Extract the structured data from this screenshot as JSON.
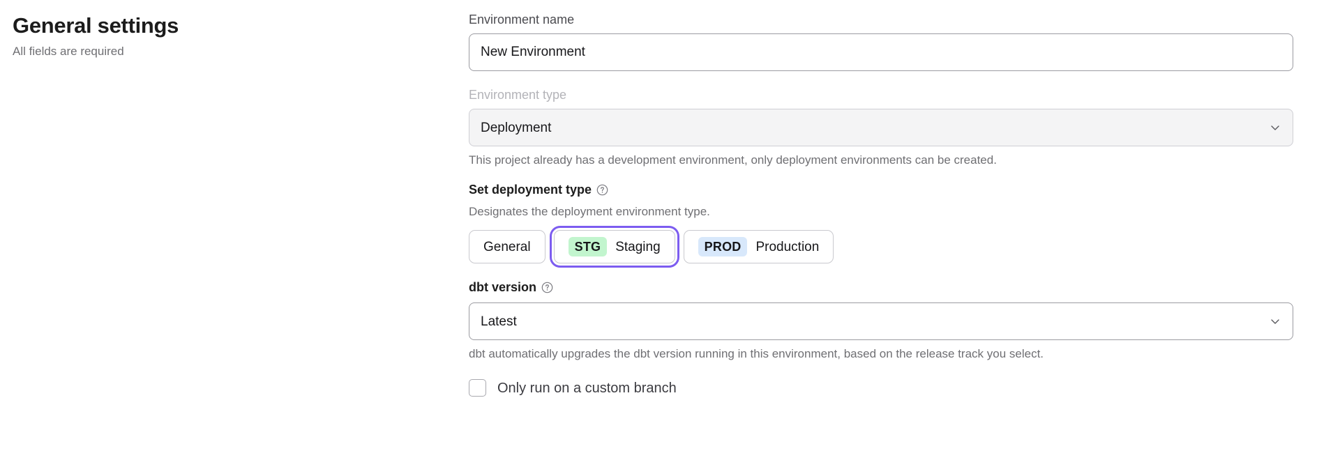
{
  "header": {
    "title": "General settings",
    "subtitle": "All fields are required"
  },
  "form": {
    "environment_name": {
      "label": "Environment name",
      "value": "New Environment",
      "placeholder": "Environment name"
    },
    "environment_type": {
      "label": "Environment type",
      "value": "Deployment",
      "disabled": true,
      "chevron_icon": "chevron-down-icon",
      "helper": "This project already has a development environment, only deployment environments can be created."
    },
    "deployment_type": {
      "label": "Set deployment type",
      "help_icon": "question-circle-icon",
      "description": "Designates the deployment environment type.",
      "options": [
        {
          "badge": "",
          "label": "General",
          "selected": false,
          "focused": false
        },
        {
          "badge": "STG",
          "label": "Staging",
          "selected": true,
          "focused": true
        },
        {
          "badge": "PROD",
          "label": "Production",
          "selected": false,
          "focused": false
        }
      ]
    },
    "dbt_version": {
      "label": "dbt version",
      "help_icon": "question-circle-icon",
      "value": "Latest",
      "chevron_icon": "chevron-down-icon",
      "helper": "dbt automatically upgrades the dbt version running in this environment, based on the release track you select."
    },
    "custom_branch": {
      "label": "Only run on a custom branch",
      "checked": false
    }
  },
  "colors": {
    "focus_ring": "#7c5cf0",
    "badge_stg_bg": "#c2f5ce",
    "badge_prod_bg": "#d8e8fb",
    "text_primary": "#17171a",
    "text_muted": "#6f6f73",
    "disabled_label": "#b3b3b8"
  }
}
